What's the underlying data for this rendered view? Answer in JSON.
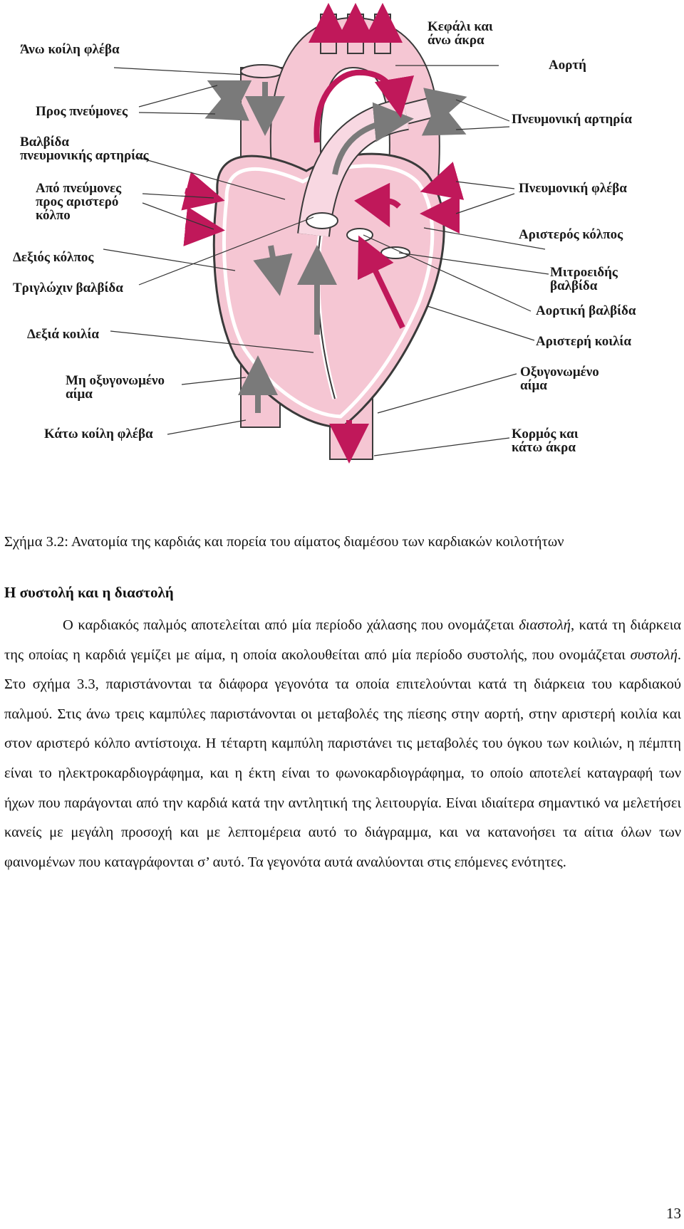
{
  "figure": {
    "labels": {
      "ano_koili_fleva": "Άνω κοίλη φλέβα",
      "kefali": "Κεφάλι και\nάνω άκρα",
      "aorti": "Αορτή",
      "pros_pnevmones": "Προς πνεύμονες",
      "pnevmoniki_arteria": "Πνευμονική αρτηρία",
      "valvida_pnevmonikis": "Βαλβίδα\nπνευμονικής αρτηρίας",
      "apo_pnevmones": "Από πνεύμονες\nπρος αριστερό\nκόλπο",
      "pnevmoniki_fleva": "Πνευμονική φλέβα",
      "aristeros_kolpos": "Αριστερός κόλπος",
      "dexios_kolpos": "Δεξιός κόλπος",
      "mitroeidis": "Μιτροειδής\nβαλβίδα",
      "triglochin": "Τριγλώχιν βαλβίδα",
      "aortiki_valvida": "Αορτική βαλβίδα",
      "dexia_koilia": "Δεξιά κοιλία",
      "aristeri_koilia": "Αριστερή  κοιλία",
      "mi_oxygonomeno": "Μη οξυγονωμένο\nαίμα",
      "oxygonomeno": "Οξυγονωμένο\nαίμα",
      "kato_koili_fleva": "Κάτω κοίλη φλέβα",
      "kormos": "Κορμός και\nκάτω άκρα"
    }
  },
  "caption": "Σχήμα 3.2: Ανατομία της καρδιάς και πορεία του αίματος διαμέσου των καρδιακών κοιλοτήτων",
  "section": {
    "heading": "Η συστολή και η διαστολή",
    "paragraph": {
      "part1": "Ο καρδιακός παλμός αποτελείται από μία περίοδο χάλασης που ονομάζεται ",
      "term1": "διαστολή",
      "part2": ", κατά τη διάρκεια της οποίας η καρδιά γεμίζει με αίμα, η οποία ακολουθείται από μία περίοδο συστολής, που ονομάζεται ",
      "term2": "συστολή",
      "part3": ". Στο σχήμα 3.3, παριστάνονται τα διάφορα γεγονότα τα οποία επιτελούνται κατά τη διάρκεια του καρδιακού παλμού. Στις άνω τρεις καμπύλες παριστάνονται οι μεταβολές της πίεσης στην αορτή, στην αριστερή κοιλία και στον αριστερό κόλπο αντίστοιχα. Η τέταρτη καμπύλη παριστάνει τις μεταβολές του όγκου των κοιλιών, η πέμπτη είναι το ηλεκτροκαρδιογράφημα, και η έκτη είναι το φωνοκαρδιογράφημα, το οποίο αποτελεί καταγραφή των ήχων που παράγονται από την καρδιά κατά την αντλητική της λειτουργία. Είναι ιδιαίτερα σημαντικό να μελετήσει κανείς με μεγάλη προσοχή και με λεπτομέρεια αυτό το διάγραμμα, και να κατανοήσει τα αίτια όλων των φαινομένων που καταγράφονται σ’ αυτό. Τα γεγονότα αυτά αναλύονται στις επόμενες ενότητες."
    }
  },
  "page_number": "13",
  "colors": {
    "heart_fill": "#f5c6d3",
    "heart_outline": "#3a3a3a",
    "oxygenated_arrow": "#c0185a",
    "deoxygenated_arrow": "#7a7a7a"
  }
}
